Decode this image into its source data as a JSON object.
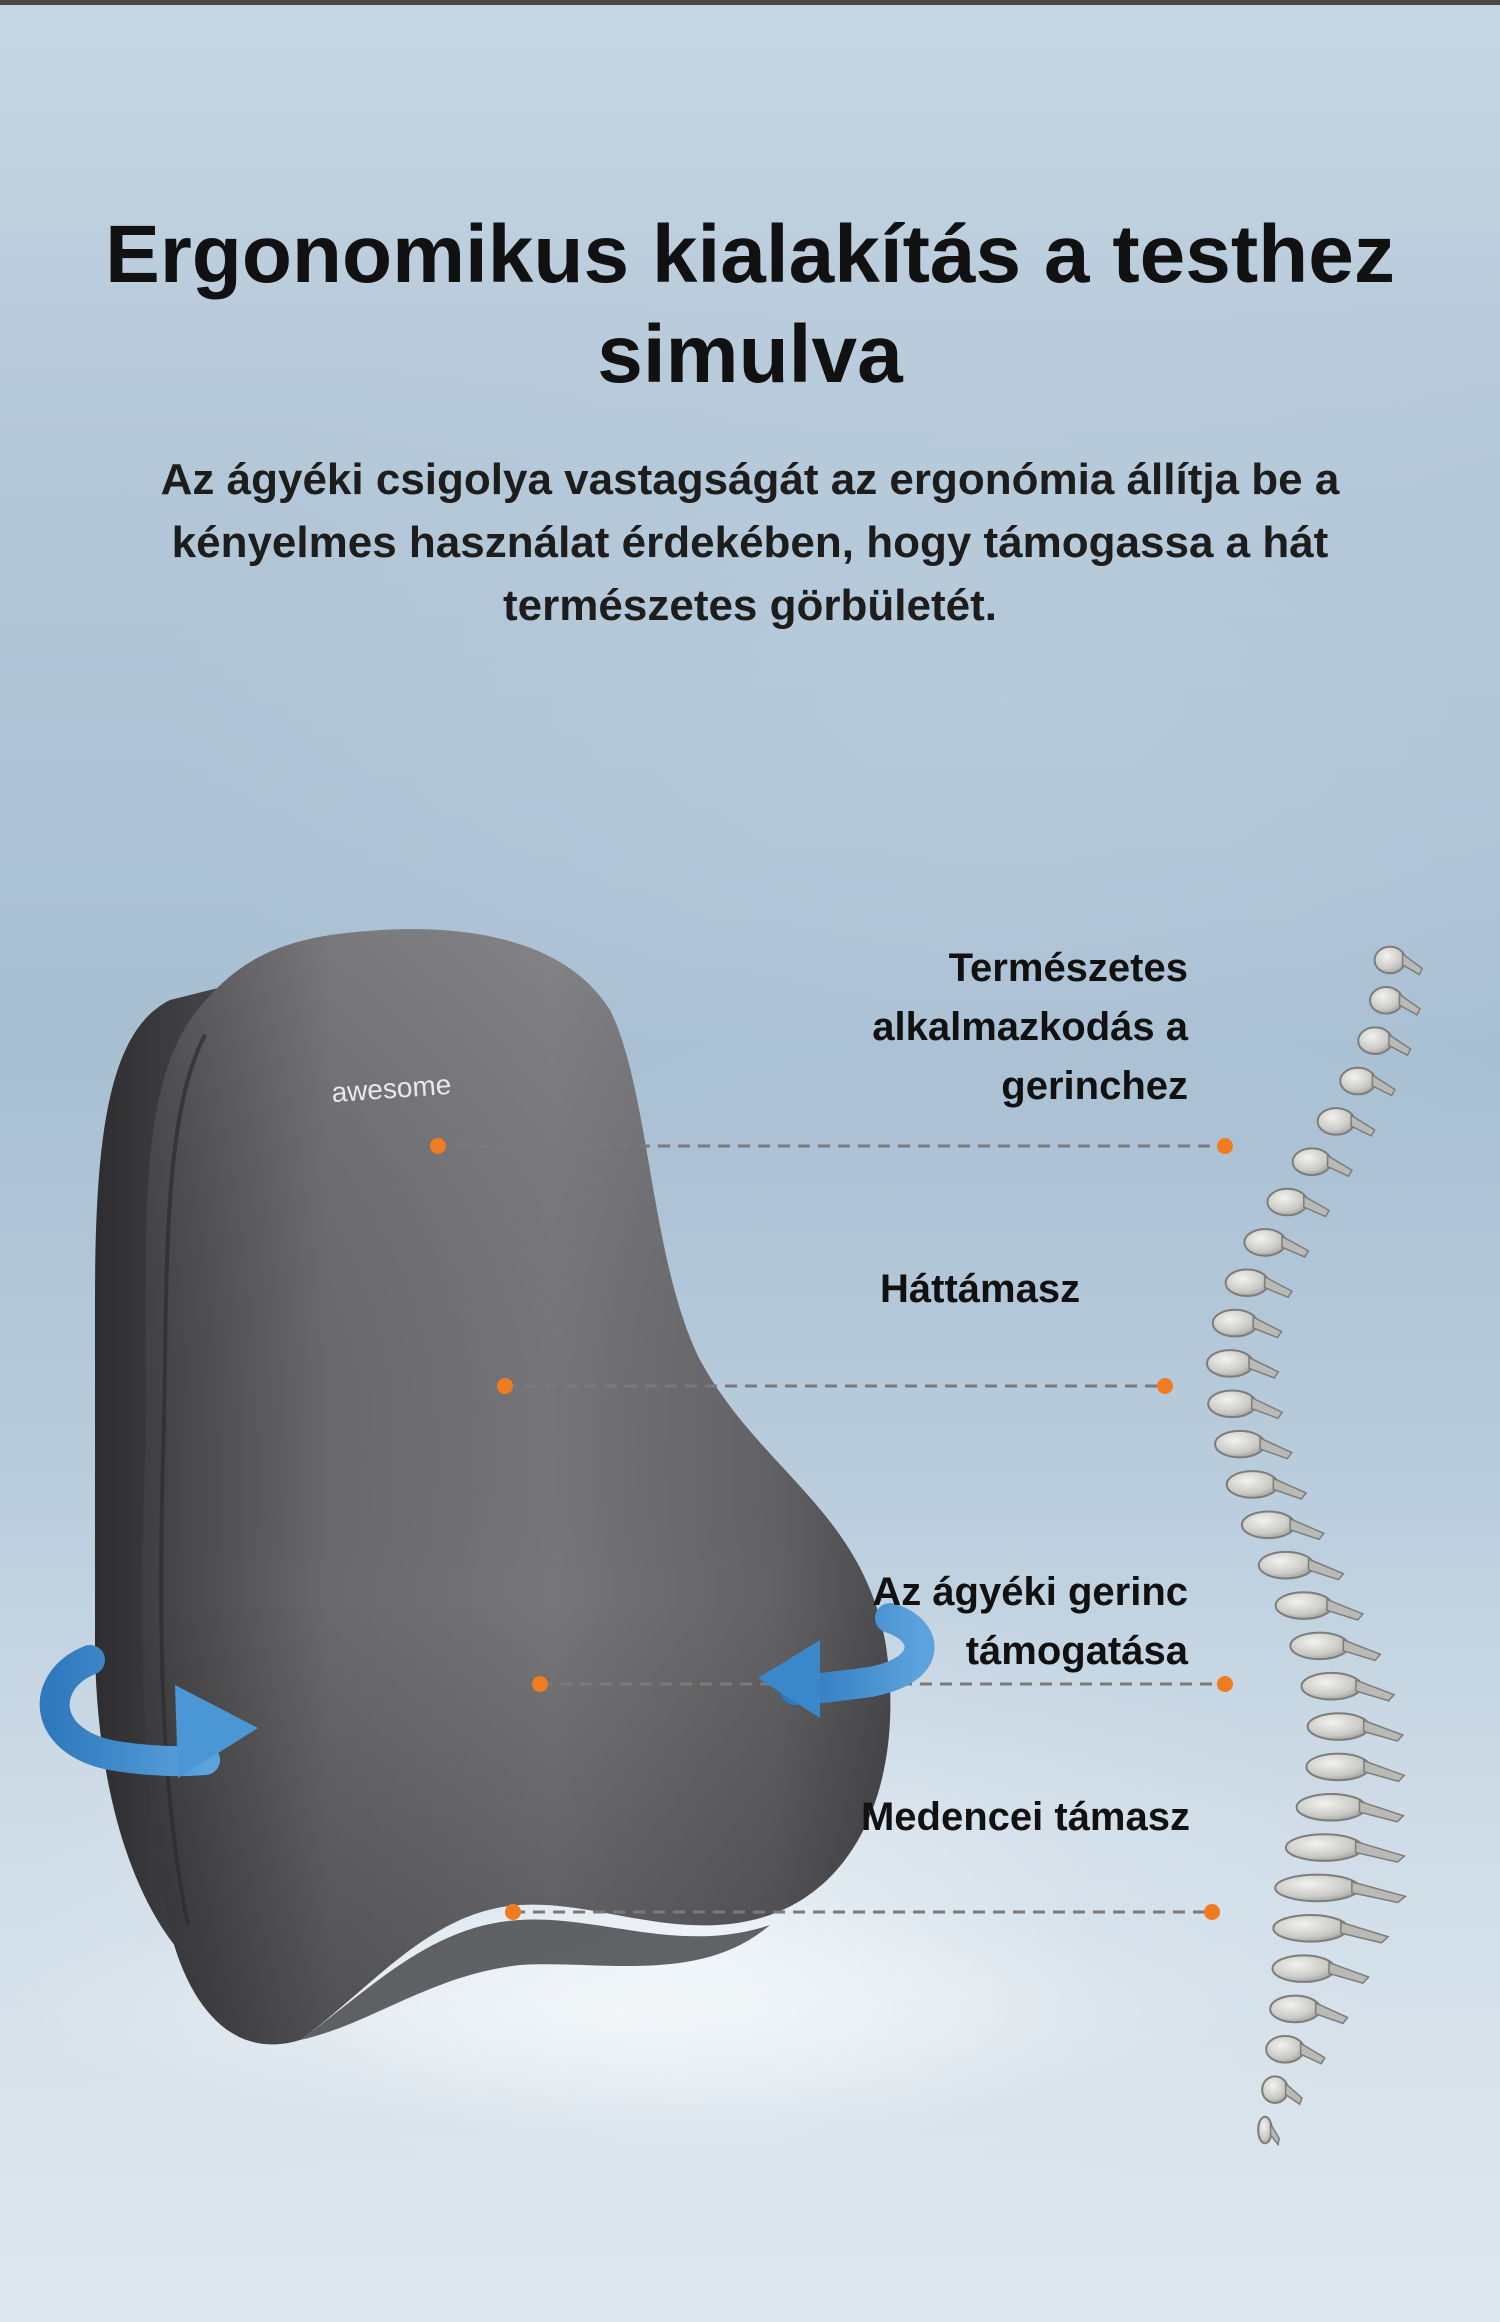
{
  "header": {
    "title": "Ergonomikus kialakítás a testhez simulva",
    "subtitle": "Az ágyéki csigolya vastagságát az ergonómia állítja be a kényelmes használat érdekében, hogy támogassa a hát természetes görbületét."
  },
  "product": {
    "brand_text": "awesome"
  },
  "callouts": [
    {
      "label": "Természetes alkalmazkodás a gerinchez"
    },
    {
      "label": "Háttámasz"
    },
    {
      "label": "Az ágyéki gerinc támogatása"
    },
    {
      "label": "Medencei támasz"
    }
  ],
  "colors": {
    "accent_dot": "#f07b20",
    "arrow_blue": "#3a87c9",
    "cushion_gray": "#5f5f62"
  },
  "icons": [
    "rotate-arrow-left-icon",
    "rotate-arrow-right-icon"
  ]
}
